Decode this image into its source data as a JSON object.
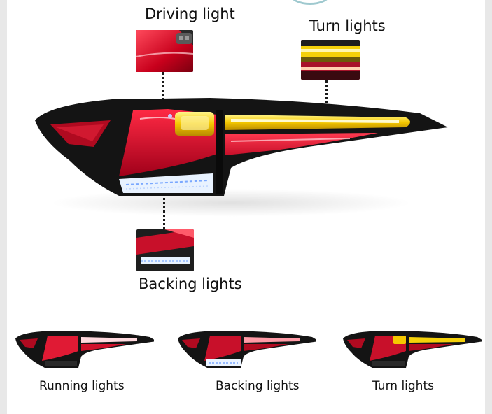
{
  "callouts": {
    "driving_light": "Driving light",
    "turn_lights": "Turn lights",
    "backing_lights": "Backing lights"
  },
  "modes": [
    {
      "label": "Running lights"
    },
    {
      "label": "Backing lights"
    },
    {
      "label": "Turn lights"
    }
  ],
  "colors": {
    "red_lens": "#d0102a",
    "amber": "#f5c800",
    "housing": "#141414",
    "reverse_white": "#e8f2ff"
  }
}
